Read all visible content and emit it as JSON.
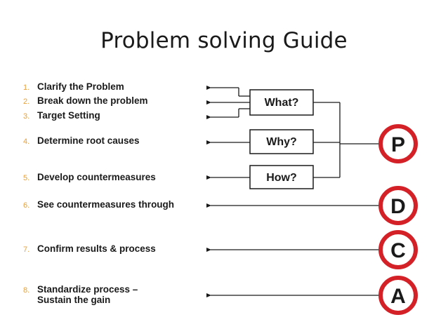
{
  "title": "Problem solving Guide",
  "steps": [
    {
      "num": "1.",
      "text": "Clarify the Problem"
    },
    {
      "num": "2.",
      "text": "Break down the problem"
    },
    {
      "num": "3.",
      "text": "Target Setting"
    },
    {
      "num": "4.",
      "text": "Determine root causes"
    },
    {
      "num": "5.",
      "text": "Develop countermeasures"
    },
    {
      "num": "6.",
      "text": "See countermeasures through"
    },
    {
      "num": "7.",
      "text": "Confirm results & process"
    },
    {
      "num": "8.",
      "text": "Standardize process –",
      "text2": "Sustain the gain"
    }
  ],
  "questions": {
    "what": "What?",
    "why": "Why?",
    "how": "How?"
  },
  "pdca": {
    "p": "P",
    "d": "D",
    "c": "C",
    "a": "A"
  },
  "colors": {
    "ring": "#d42027",
    "step_number": "#e6a03c",
    "line": "#1a1a1a"
  }
}
